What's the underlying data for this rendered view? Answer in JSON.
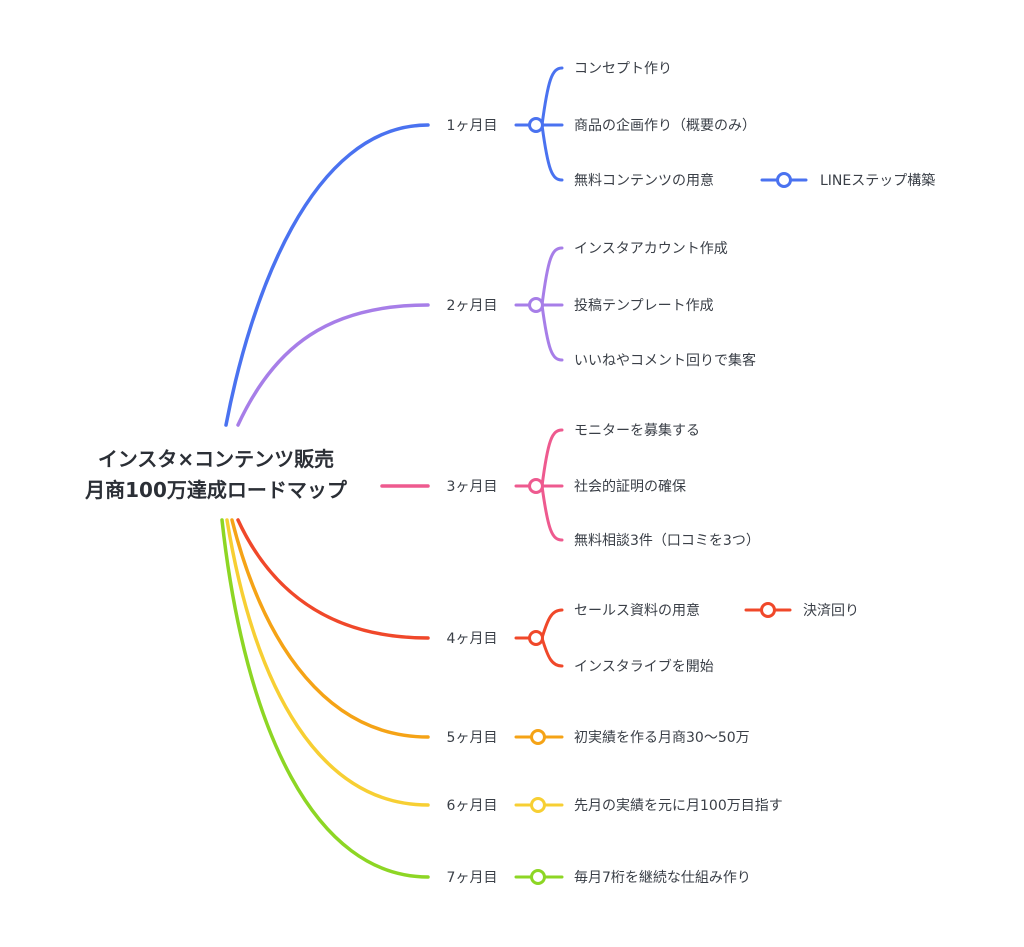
{
  "root": {
    "line1": "インスタ×コンテンツ販売",
    "line2": "月商100万達成ロードマップ"
  },
  "branches": [
    {
      "label": "1ヶ月目",
      "color": "#4a72f0",
      "children": [
        {
          "label": "コンセプト作り"
        },
        {
          "label": "商品の企画作り（概要のみ）"
        },
        {
          "label": "無料コンテンツの用意",
          "child": "LINEステップ構築"
        }
      ]
    },
    {
      "label": "2ヶ月目",
      "color": "#a77ee8",
      "children": [
        {
          "label": "インスタアカウント作成"
        },
        {
          "label": "投稿テンプレート作成"
        },
        {
          "label": "いいねやコメント回りで集客"
        }
      ]
    },
    {
      "label": "3ヶ月目",
      "color": "#ee5a8f",
      "children": [
        {
          "label": "モニターを募集する"
        },
        {
          "label": "社会的証明の確保"
        },
        {
          "label": "無料相談3件（口コミを3つ）"
        }
      ]
    },
    {
      "label": "4ヶ月目",
      "color": "#f0482a",
      "children": [
        {
          "label": "セールス資料の用意",
          "child": "決済回り"
        },
        {
          "label": "インスタライブを開始"
        }
      ]
    },
    {
      "label": "5ヶ月目",
      "color": "#f5a316",
      "children": [
        {
          "label": "初実績を作る月商30〜50万"
        }
      ]
    },
    {
      "label": "6ヶ月目",
      "color": "#f7cf33",
      "children": [
        {
          "label": "先月の実績を元に月100万目指す"
        }
      ]
    },
    {
      "label": "7ヶ月目",
      "color": "#8dd624",
      "children": [
        {
          "label": "毎月7桁を継続な仕組み作り"
        }
      ]
    }
  ]
}
